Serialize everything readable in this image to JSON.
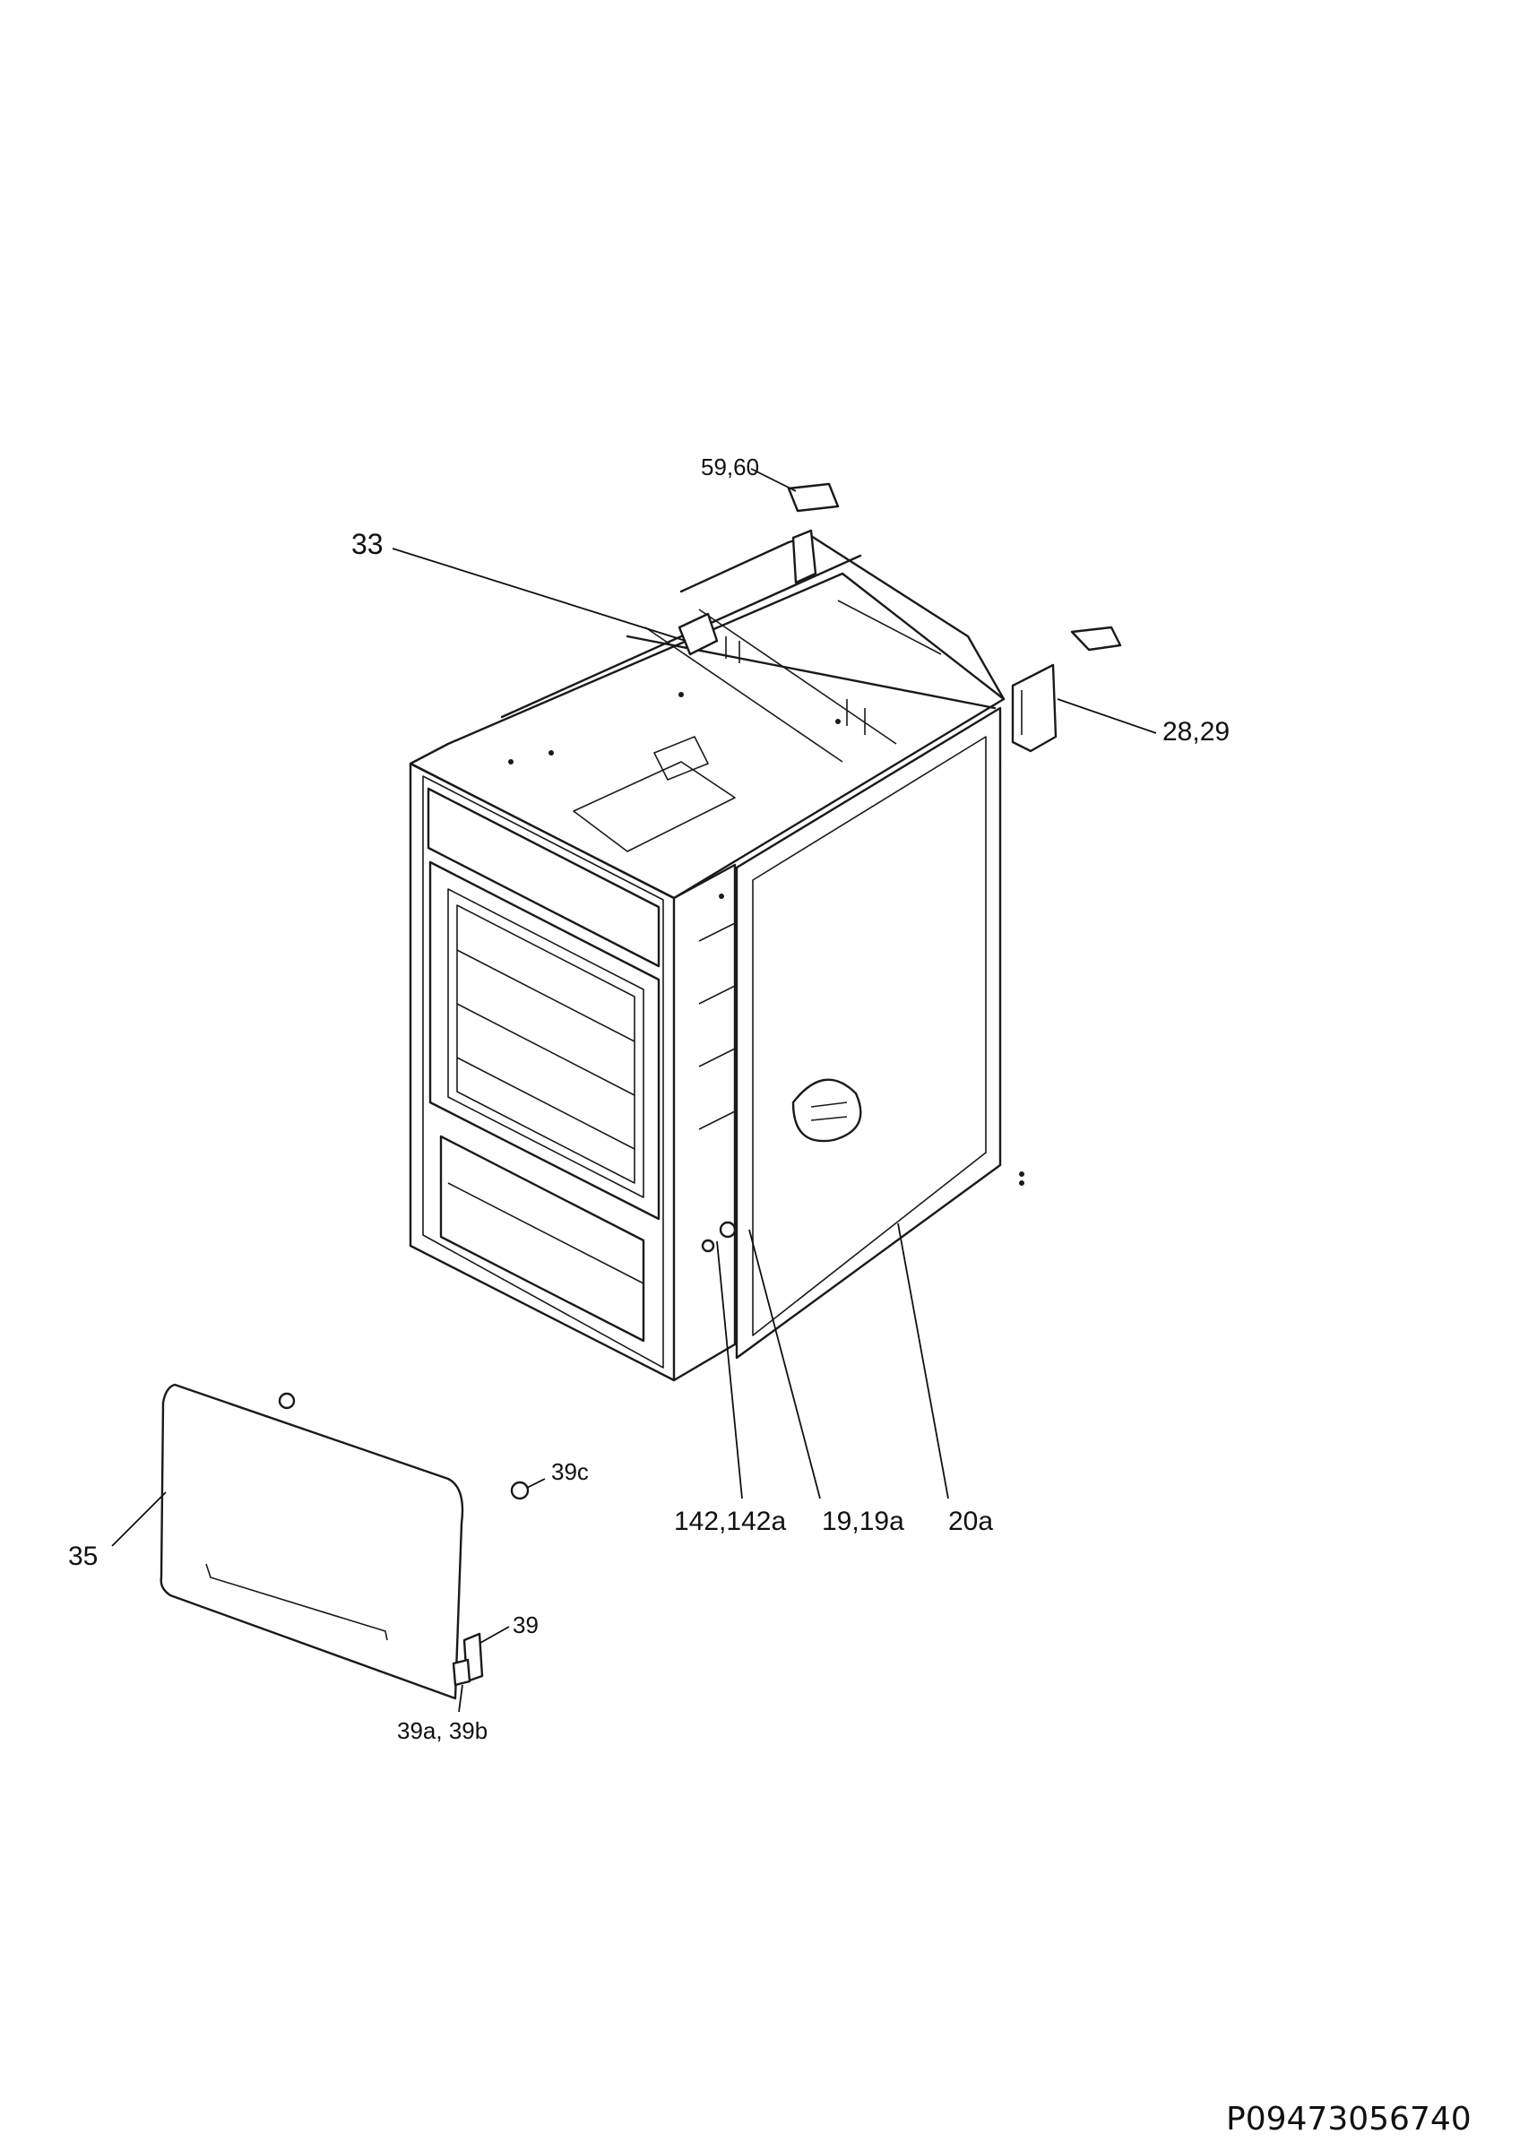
{
  "callouts": [
    {
      "id": "c-59-60",
      "text": "59,60"
    },
    {
      "id": "c-33",
      "text": "33"
    },
    {
      "id": "c-28-29",
      "text": "28,29"
    },
    {
      "id": "c-39c",
      "text": "39c"
    },
    {
      "id": "c-142",
      "text": "142,142a"
    },
    {
      "id": "c-19",
      "text": "19,19a"
    },
    {
      "id": "c-20a",
      "text": "20a"
    },
    {
      "id": "c-35",
      "text": "35"
    },
    {
      "id": "c-39",
      "text": "39"
    },
    {
      "id": "c-39ab",
      "text": "39a, 39b"
    }
  ],
  "footer": {
    "code": "P09473056740"
  }
}
